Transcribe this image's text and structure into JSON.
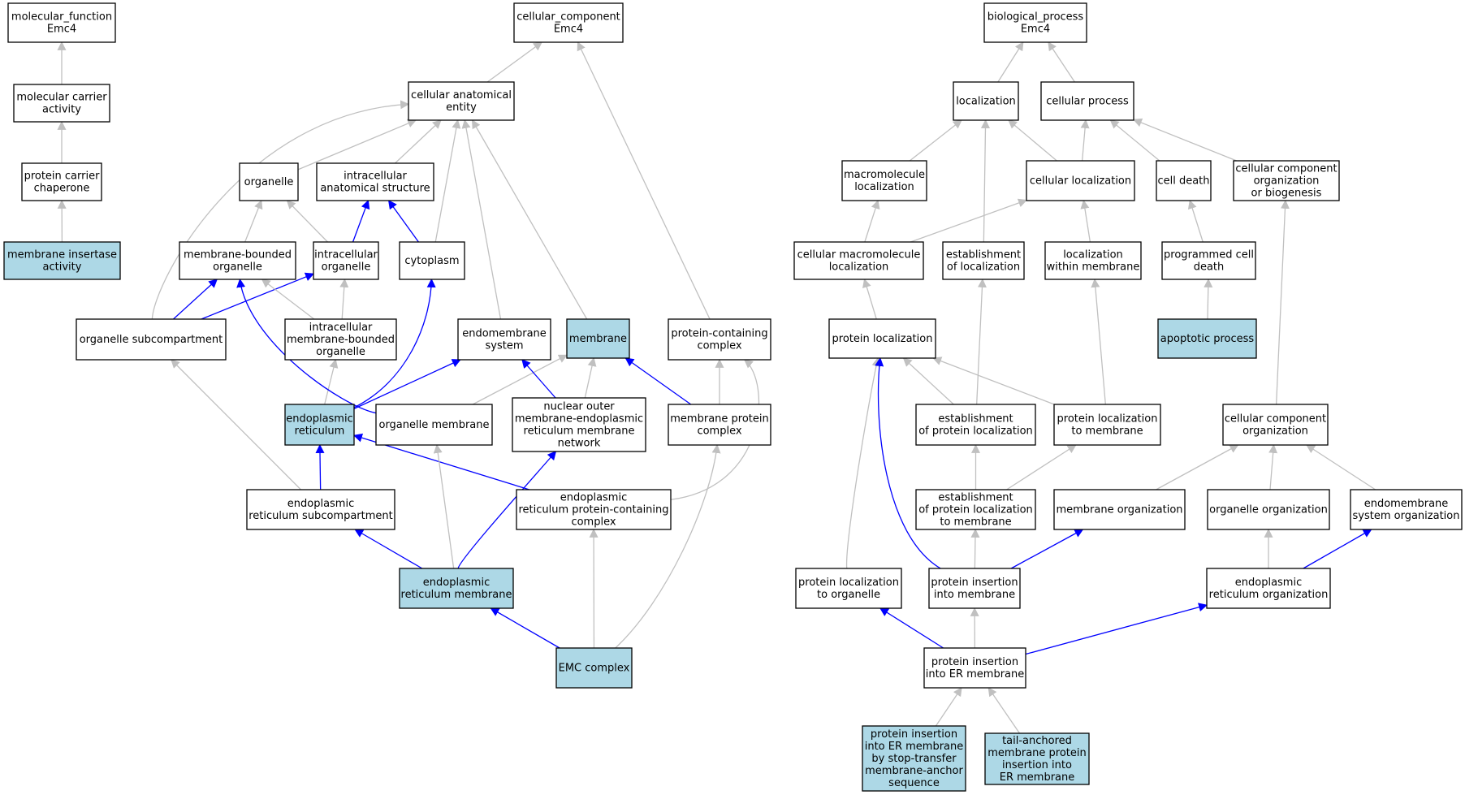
{
  "colors": {
    "highlight": "#add8e6",
    "plain": "#ffffff",
    "is_a_edge": "#c0c0c0",
    "part_of_edge": "#0000ff",
    "border": "#000000"
  },
  "nodes": {
    "mf_root": {
      "lines": [
        "molecular_function",
        "Emc4"
      ],
      "highlight": false
    },
    "mol_carrier": {
      "lines": [
        "molecular carrier",
        "activity"
      ],
      "highlight": false
    },
    "prot_carrier_chap": {
      "lines": [
        "protein carrier",
        "chaperone"
      ],
      "highlight": false
    },
    "mem_insertase": {
      "lines": [
        "membrane insertase",
        "activity"
      ],
      "highlight": true
    },
    "cc_root": {
      "lines": [
        "cellular_component",
        "Emc4"
      ],
      "highlight": false
    },
    "cell_anat": {
      "lines": [
        "cellular anatomical",
        "entity"
      ],
      "highlight": false
    },
    "organelle": {
      "lines": [
        "organelle"
      ],
      "highlight": false
    },
    "intracell_anat": {
      "lines": [
        "intracellular",
        "anatomical structure"
      ],
      "highlight": false
    },
    "mem_bounded_org": {
      "lines": [
        "membrane-bounded",
        "organelle"
      ],
      "highlight": false
    },
    "intracell_org": {
      "lines": [
        "intracellular",
        "organelle"
      ],
      "highlight": false
    },
    "cytoplasm": {
      "lines": [
        "cytoplasm"
      ],
      "highlight": false
    },
    "org_subcomp": {
      "lines": [
        "organelle subcompartment"
      ],
      "highlight": false
    },
    "intracell_mbo": {
      "lines": [
        "intracellular",
        "membrane-bounded",
        "organelle"
      ],
      "highlight": false
    },
    "endomem_sys": {
      "lines": [
        "endomembrane",
        "system"
      ],
      "highlight": false
    },
    "membrane": {
      "lines": [
        "membrane"
      ],
      "highlight": true
    },
    "prot_cont_cplx": {
      "lines": [
        "protein-containing",
        "complex"
      ],
      "highlight": false
    },
    "er": {
      "lines": [
        "endoplasmic",
        "reticulum"
      ],
      "highlight": true
    },
    "org_membrane": {
      "lines": [
        "organelle membrane"
      ],
      "highlight": false
    },
    "nuc_outer": {
      "lines": [
        "nuclear outer",
        "membrane-endoplasmic",
        "reticulum membrane",
        "network"
      ],
      "highlight": false
    },
    "mem_prot_cplx": {
      "lines": [
        "membrane protein",
        "complex"
      ],
      "highlight": false
    },
    "er_subcomp": {
      "lines": [
        "endoplasmic",
        "reticulum subcompartment"
      ],
      "highlight": false
    },
    "er_pcc": {
      "lines": [
        "endoplasmic",
        "reticulum protein-containing",
        "complex"
      ],
      "highlight": false
    },
    "er_membrane": {
      "lines": [
        "endoplasmic",
        "reticulum membrane"
      ],
      "highlight": true
    },
    "emc": {
      "lines": [
        "EMC complex"
      ],
      "highlight": true
    },
    "bp_root": {
      "lines": [
        "biological_process",
        "Emc4"
      ],
      "highlight": false
    },
    "localization": {
      "lines": [
        "localization"
      ],
      "highlight": false
    },
    "cell_process": {
      "lines": [
        "cellular process"
      ],
      "highlight": false
    },
    "macro_loc": {
      "lines": [
        "macromolecule",
        "localization"
      ],
      "highlight": false
    },
    "cell_loc": {
      "lines": [
        "cellular localization"
      ],
      "highlight": false
    },
    "cell_death": {
      "lines": [
        "cell death"
      ],
      "highlight": false
    },
    "cc_org_bio": {
      "lines": [
        "cellular component",
        "organization",
        "or biogenesis"
      ],
      "highlight": false
    },
    "cell_macro_loc": {
      "lines": [
        "cellular macromolecule",
        "localization"
      ],
      "highlight": false
    },
    "est_loc": {
      "lines": [
        "establishment",
        "of localization"
      ],
      "highlight": false
    },
    "loc_within_mem": {
      "lines": [
        "localization",
        "within membrane"
      ],
      "highlight": false
    },
    "prog_cell_death": {
      "lines": [
        "programmed cell",
        "death"
      ],
      "highlight": false
    },
    "prot_loc": {
      "lines": [
        "protein localization"
      ],
      "highlight": false
    },
    "apoptotic": {
      "lines": [
        "apoptotic process"
      ],
      "highlight": true
    },
    "est_prot_loc": {
      "lines": [
        "establishment",
        "of protein localization"
      ],
      "highlight": false
    },
    "prot_loc_mem": {
      "lines": [
        "protein localization",
        "to membrane"
      ],
      "highlight": false
    },
    "cc_org": {
      "lines": [
        "cellular component",
        "organization"
      ],
      "highlight": false
    },
    "est_prot_loc_mem": {
      "lines": [
        "establishment",
        "of protein localization",
        "to membrane"
      ],
      "highlight": false
    },
    "mem_org": {
      "lines": [
        "membrane organization"
      ],
      "highlight": false
    },
    "organelle_org": {
      "lines": [
        "organelle organization"
      ],
      "highlight": false
    },
    "endomem_sys_org": {
      "lines": [
        "endomembrane",
        "system organization"
      ],
      "highlight": false
    },
    "prot_loc_org": {
      "lines": [
        "protein localization",
        "to organelle"
      ],
      "highlight": false
    },
    "prot_ins_mem": {
      "lines": [
        "protein insertion",
        "into membrane"
      ],
      "highlight": false
    },
    "er_org": {
      "lines": [
        "endoplasmic",
        "reticulum organization"
      ],
      "highlight": false
    },
    "prot_ins_er": {
      "lines": [
        "protein insertion",
        "into ER membrane"
      ],
      "highlight": false
    },
    "prot_ins_er_stop": {
      "lines": [
        "protein insertion",
        "into ER membrane",
        "by stop-transfer",
        "membrane-anchor",
        "sequence"
      ],
      "highlight": true
    },
    "tail_anchored": {
      "lines": [
        "tail-anchored",
        "membrane protein",
        "insertion into",
        "ER membrane"
      ],
      "highlight": true
    }
  },
  "edges": [
    {
      "from": "mol_carrier",
      "to": "mf_root",
      "kind": "is_a"
    },
    {
      "from": "prot_carrier_chap",
      "to": "mol_carrier",
      "kind": "is_a"
    },
    {
      "from": "mem_insertase",
      "to": "prot_carrier_chap",
      "kind": "is_a"
    },
    {
      "from": "cell_anat",
      "to": "cc_root",
      "kind": "is_a"
    },
    {
      "from": "prot_cont_cplx",
      "to": "cc_root",
      "kind": "is_a"
    },
    {
      "from": "organelle",
      "to": "cell_anat",
      "kind": "is_a"
    },
    {
      "from": "intracell_anat",
      "to": "cell_anat",
      "kind": "is_a"
    },
    {
      "from": "org_subcomp",
      "to": "cell_anat",
      "kind": "is_a"
    },
    {
      "from": "cytoplasm",
      "to": "cell_anat",
      "kind": "is_a"
    },
    {
      "from": "endomem_sys",
      "to": "cell_anat",
      "kind": "is_a"
    },
    {
      "from": "membrane",
      "to": "cell_anat",
      "kind": "is_a"
    },
    {
      "from": "mem_bounded_org",
      "to": "organelle",
      "kind": "is_a"
    },
    {
      "from": "intracell_org",
      "to": "organelle",
      "kind": "is_a"
    },
    {
      "from": "intracell_org",
      "to": "intracell_anat",
      "kind": "part_of"
    },
    {
      "from": "cytoplasm",
      "to": "intracell_anat",
      "kind": "part_of"
    },
    {
      "from": "org_subcomp",
      "to": "mem_bounded_org",
      "kind": "part_of"
    },
    {
      "from": "org_subcomp",
      "to": "intracell_org",
      "kind": "part_of"
    },
    {
      "from": "intracell_mbo",
      "to": "mem_bounded_org",
      "kind": "is_a"
    },
    {
      "from": "intracell_mbo",
      "to": "intracell_org",
      "kind": "is_a"
    },
    {
      "from": "er",
      "to": "intracell_mbo",
      "kind": "is_a"
    },
    {
      "from": "er",
      "to": "cytoplasm",
      "kind": "part_of"
    },
    {
      "from": "er",
      "to": "endomem_sys",
      "kind": "part_of"
    },
    {
      "from": "org_membrane",
      "to": "mem_bounded_org",
      "kind": "part_of"
    },
    {
      "from": "org_membrane",
      "to": "membrane",
      "kind": "is_a"
    },
    {
      "from": "nuc_outer",
      "to": "membrane",
      "kind": "is_a"
    },
    {
      "from": "nuc_outer",
      "to": "endomem_sys",
      "kind": "part_of"
    },
    {
      "from": "mem_prot_cplx",
      "to": "prot_cont_cplx",
      "kind": "is_a"
    },
    {
      "from": "mem_prot_cplx",
      "to": "membrane",
      "kind": "part_of"
    },
    {
      "from": "er_subcomp",
      "to": "org_subcomp",
      "kind": "is_a"
    },
    {
      "from": "er_subcomp",
      "to": "er",
      "kind": "part_of"
    },
    {
      "from": "er_pcc",
      "to": "prot_cont_cplx",
      "kind": "is_a"
    },
    {
      "from": "er_pcc",
      "to": "er",
      "kind": "part_of"
    },
    {
      "from": "er_membrane",
      "to": "er_subcomp",
      "kind": "part_of"
    },
    {
      "from": "er_membrane",
      "to": "org_membrane",
      "kind": "is_a"
    },
    {
      "from": "er_membrane",
      "to": "nuc_outer",
      "kind": "part_of"
    },
    {
      "from": "emc",
      "to": "er_membrane",
      "kind": "part_of"
    },
    {
      "from": "emc",
      "to": "er_pcc",
      "kind": "is_a"
    },
    {
      "from": "emc",
      "to": "mem_prot_cplx",
      "kind": "is_a"
    },
    {
      "from": "localization",
      "to": "bp_root",
      "kind": "is_a"
    },
    {
      "from": "cell_process",
      "to": "bp_root",
      "kind": "is_a"
    },
    {
      "from": "macro_loc",
      "to": "localization",
      "kind": "is_a"
    },
    {
      "from": "est_loc",
      "to": "localization",
      "kind": "is_a"
    },
    {
      "from": "cell_loc",
      "to": "localization",
      "kind": "is_a"
    },
    {
      "from": "cell_loc",
      "to": "cell_process",
      "kind": "is_a"
    },
    {
      "from": "cell_death",
      "to": "cell_process",
      "kind": "is_a"
    },
    {
      "from": "cc_org_bio",
      "to": "cell_process",
      "kind": "is_a"
    },
    {
      "from": "cell_macro_loc",
      "to": "macro_loc",
      "kind": "is_a"
    },
    {
      "from": "cell_macro_loc",
      "to": "cell_loc",
      "kind": "is_a"
    },
    {
      "from": "loc_within_mem",
      "to": "cell_loc",
      "kind": "is_a"
    },
    {
      "from": "prog_cell_death",
      "to": "cell_death",
      "kind": "is_a"
    },
    {
      "from": "prot_loc",
      "to": "cell_macro_loc",
      "kind": "is_a"
    },
    {
      "from": "apoptotic",
      "to": "prog_cell_death",
      "kind": "is_a"
    },
    {
      "from": "est_prot_loc",
      "to": "prot_loc",
      "kind": "is_a"
    },
    {
      "from": "est_prot_loc",
      "to": "est_loc",
      "kind": "is_a"
    },
    {
      "from": "prot_loc_mem",
      "to": "prot_loc",
      "kind": "is_a"
    },
    {
      "from": "prot_loc_mem",
      "to": "loc_within_mem",
      "kind": "is_a"
    },
    {
      "from": "cc_org",
      "to": "cc_org_bio",
      "kind": "is_a"
    },
    {
      "from": "est_prot_loc_mem",
      "to": "est_prot_loc",
      "kind": "is_a"
    },
    {
      "from": "est_prot_loc_mem",
      "to": "prot_loc_mem",
      "kind": "is_a"
    },
    {
      "from": "mem_org",
      "to": "cc_org",
      "kind": "is_a"
    },
    {
      "from": "organelle_org",
      "to": "cc_org",
      "kind": "is_a"
    },
    {
      "from": "endomem_sys_org",
      "to": "cc_org",
      "kind": "is_a"
    },
    {
      "from": "prot_loc_org",
      "to": "prot_loc",
      "kind": "is_a"
    },
    {
      "from": "prot_ins_mem",
      "to": "est_prot_loc_mem",
      "kind": "is_a"
    },
    {
      "from": "prot_ins_mem",
      "to": "mem_org",
      "kind": "part_of"
    },
    {
      "from": "prot_ins_mem",
      "to": "prot_loc",
      "kind": "part_of"
    },
    {
      "from": "er_org",
      "to": "organelle_org",
      "kind": "is_a"
    },
    {
      "from": "er_org",
      "to": "endomem_sys_org",
      "kind": "part_of"
    },
    {
      "from": "prot_ins_er",
      "to": "prot_ins_mem",
      "kind": "is_a"
    },
    {
      "from": "prot_ins_er",
      "to": "prot_loc_org",
      "kind": "part_of"
    },
    {
      "from": "prot_ins_er",
      "to": "er_org",
      "kind": "part_of"
    },
    {
      "from": "prot_ins_er_stop",
      "to": "prot_ins_er",
      "kind": "is_a"
    },
    {
      "from": "tail_anchored",
      "to": "prot_ins_er",
      "kind": "is_a"
    }
  ]
}
